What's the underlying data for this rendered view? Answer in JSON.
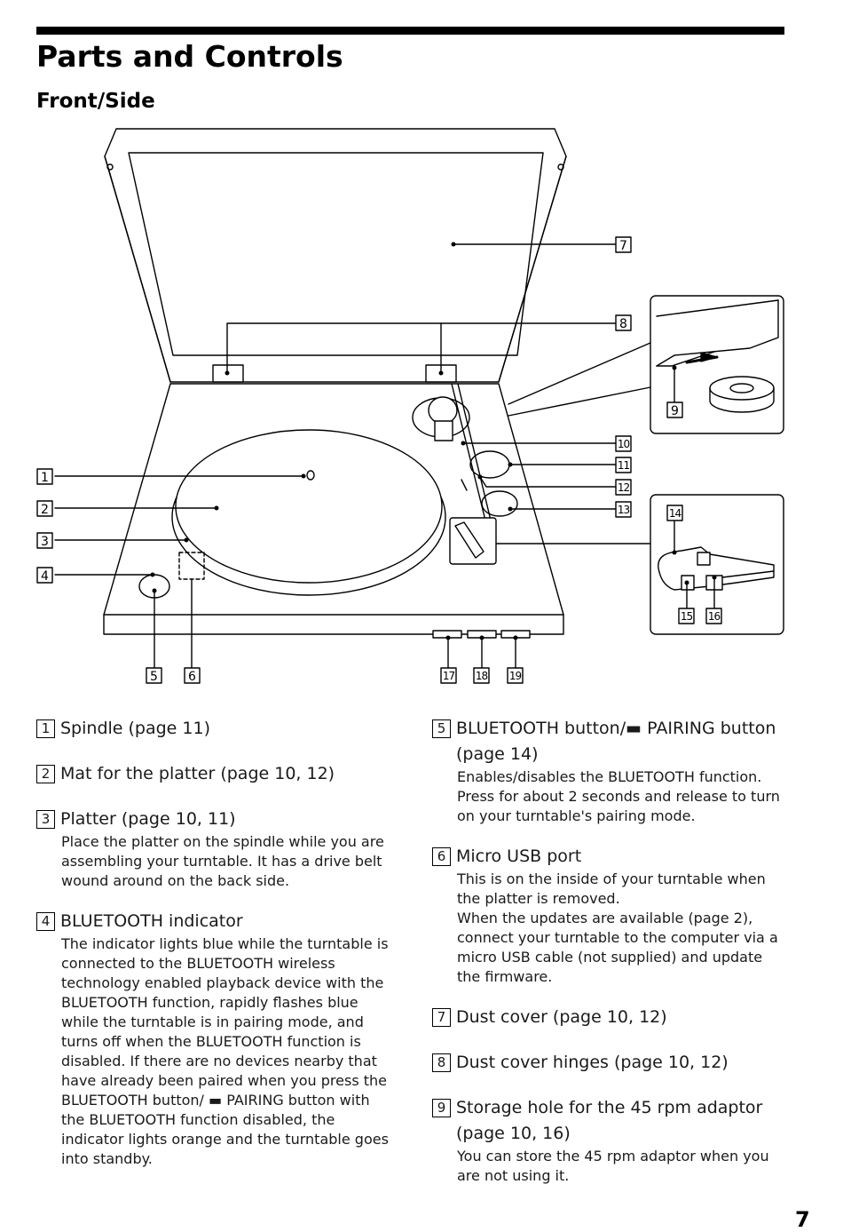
{
  "page": {
    "title": "Parts and Controls",
    "section": "Front/Side",
    "page_number": "7"
  },
  "diagram": {
    "callouts": [
      "1",
      "2",
      "3",
      "4",
      "5",
      "6",
      "7",
      "8",
      "9",
      "10",
      "11",
      "12",
      "13",
      "14",
      "15",
      "16",
      "17",
      "18",
      "19"
    ]
  },
  "items_left": [
    {
      "num": "1",
      "title": "Spindle (page 11)",
      "desc": ""
    },
    {
      "num": "2",
      "title": "Mat for the platter (page 10, 12)",
      "desc": ""
    },
    {
      "num": "3",
      "title": "Platter (page 10, 11)",
      "desc": "Place the platter on the spindle while you are assembling your turntable. It has a drive belt wound around on the back side."
    },
    {
      "num": "4",
      "title": "BLUETOOTH indicator",
      "desc": "The indicator lights blue while the turntable is connected to the BLUETOOTH wireless technology enabled playback device with the BLUETOOTH function, rapidly flashes blue while the turntable is in pairing mode, and turns off when the BLUETOOTH function is disabled. If there are no devices nearby that have already been paired when you press the BLUETOOTH button/ ▬ PAIRING button with the BLUETOOTH function disabled, the indicator lights orange and the turntable goes into standby."
    }
  ],
  "items_right": [
    {
      "num": "5",
      "title": "BLUETOOTH button/▬ PAIRING button (page 14)",
      "desc": "Enables/disables the BLUETOOTH function. Press for about 2 seconds and release to turn on your turntable's pairing mode."
    },
    {
      "num": "6",
      "title": "Micro USB port",
      "desc": "This is on the inside of your turntable when the platter is removed.\nWhen the updates are available (page 2), connect your turntable to the computer via a micro USB cable (not supplied) and update the firmware."
    },
    {
      "num": "7",
      "title": "Dust cover (page 10, 12)",
      "desc": ""
    },
    {
      "num": "8",
      "title": "Dust cover hinges (page 10, 12)",
      "desc": ""
    },
    {
      "num": "9",
      "title": "Storage hole for the 45 rpm adaptor (page 10, 16)",
      "desc": "You can store the 45 rpm adaptor when you are not using it."
    }
  ]
}
